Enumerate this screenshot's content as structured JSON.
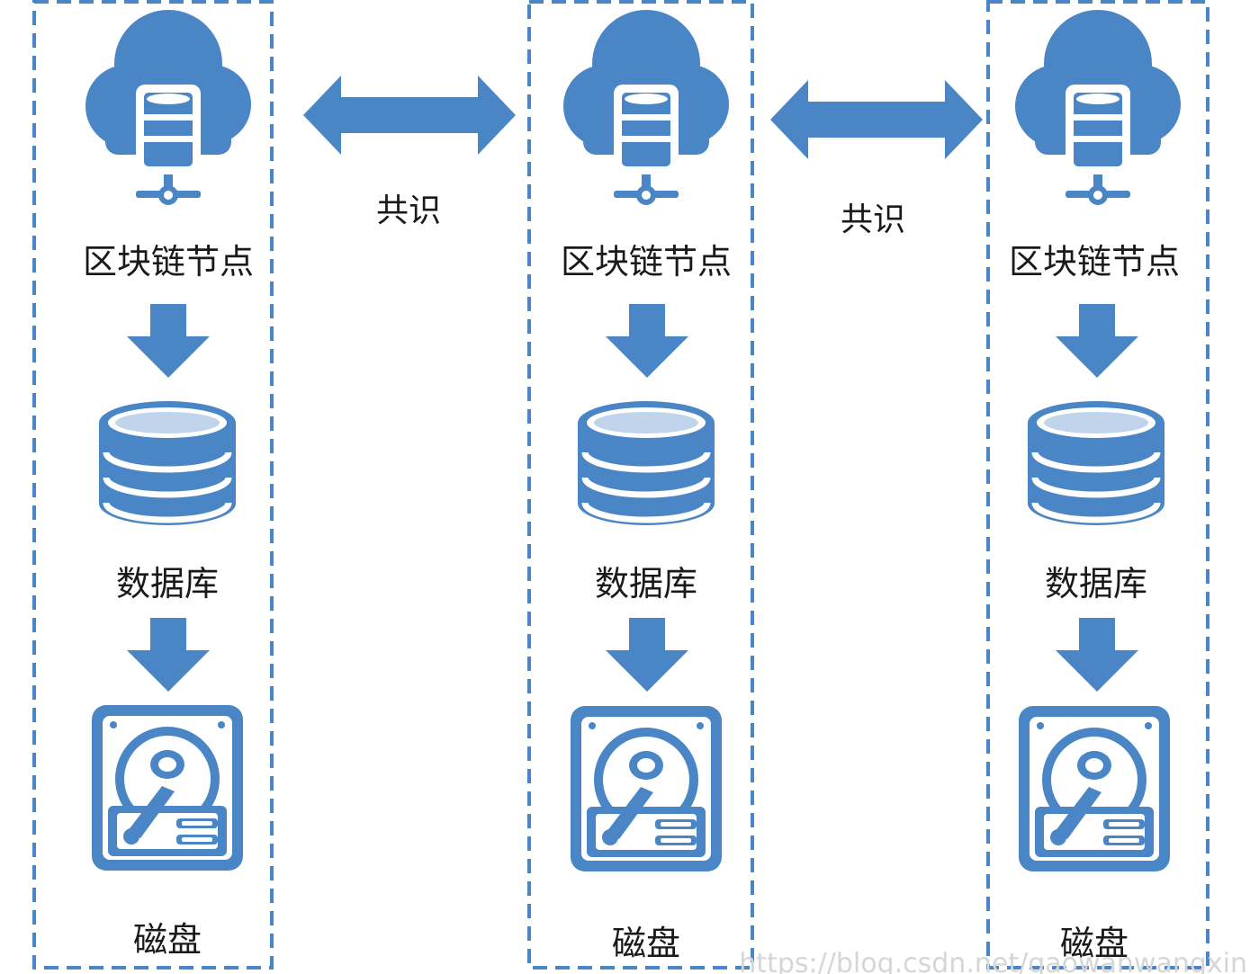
{
  "diagram": {
    "colors": {
      "accent": "#4a86c5",
      "box_border": "#4a86c5",
      "text": "#1a1a1a",
      "background": "#ffffff"
    },
    "nodes": [
      {
        "node_label": "区块链节点",
        "database_label": "数据库",
        "disk_label": "磁盘",
        "icons": [
          "cloud-database-icon",
          "arrow-down-icon",
          "database-icon",
          "arrow-down-icon",
          "hard-disk-icon"
        ]
      },
      {
        "node_label": "区块链节点",
        "database_label": "数据库",
        "disk_label": "磁盘",
        "icons": [
          "cloud-database-icon",
          "arrow-down-icon",
          "database-icon",
          "arrow-down-icon",
          "hard-disk-icon"
        ]
      },
      {
        "node_label": "区块链节点",
        "database_label": "数据库",
        "disk_label": "磁盘",
        "icons": [
          "cloud-database-icon",
          "arrow-down-icon",
          "database-icon",
          "arrow-down-icon",
          "hard-disk-icon"
        ]
      }
    ],
    "links": [
      {
        "label": "共识",
        "icon": "double-arrow-icon"
      },
      {
        "label": "共识",
        "icon": "double-arrow-icon"
      }
    ],
    "watermark": "https://blog.csdn.net/gaowanwangxin"
  }
}
